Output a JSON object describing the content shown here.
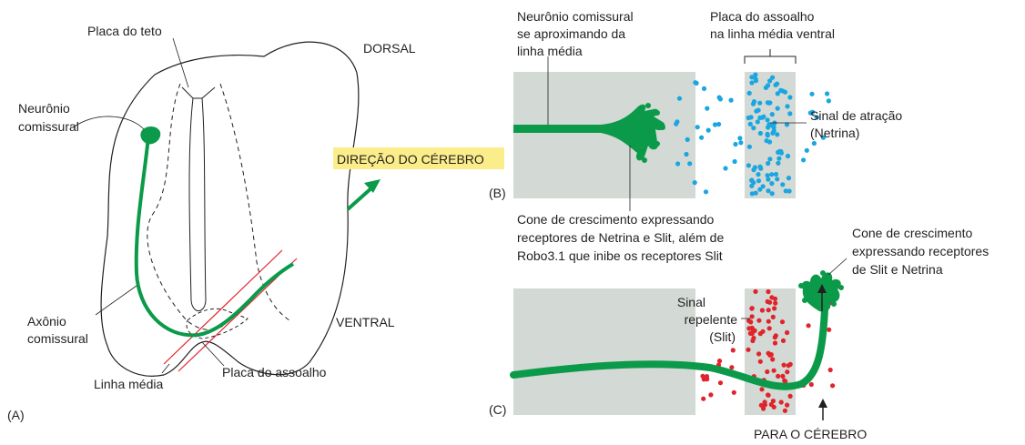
{
  "panel_a": {
    "letter": "(A)",
    "roof_plate": "Placa do teto",
    "dorsal": "DORSAL",
    "ventral": "VENTRAL",
    "neuron_line1": "Neurônio",
    "neuron_line2": "comissural",
    "axon_line1": "Axônio",
    "axon_line2": "comissural",
    "midline": "Linha média",
    "floor_plate": "Placa do assoalho",
    "toward_brain": "DIREÇÃO DO CÉREBRO"
  },
  "panel_b": {
    "letter": "(B)",
    "neuron_line1": "Neurônio comissural",
    "neuron_line2": "se aproximando da",
    "neuron_line3": "linha média",
    "floor_line1": "Placa do assoalho",
    "floor_line2": "na linha média ventral",
    "signal_line1": "Sinal de atração",
    "signal_line2": "(Netrina)",
    "cone_line1": "Cone de crescimento expressando",
    "cone_line2": "receptores de Netrina e Slit, além de",
    "cone_line3": "Robo3.1 que inibe os receptores Slit"
  },
  "panel_c": {
    "letter": "(C)",
    "signal_line1": "Sinal",
    "signal_line2": "repelente",
    "signal_line3": "(Slit)",
    "cone_line1": "Cone de crescimento",
    "cone_line2": "expressando receptores",
    "cone_line3": "de Slit e Netrina",
    "to_brain": "PARA O CÉREBRO"
  },
  "colors": {
    "axon_green": "#0a9a4a",
    "netrin_blue": "#1aa6e0",
    "slit_red": "#e0242c",
    "tissue_gray": "#d3d9d4",
    "highlight_yellow": "#fbee8a"
  }
}
